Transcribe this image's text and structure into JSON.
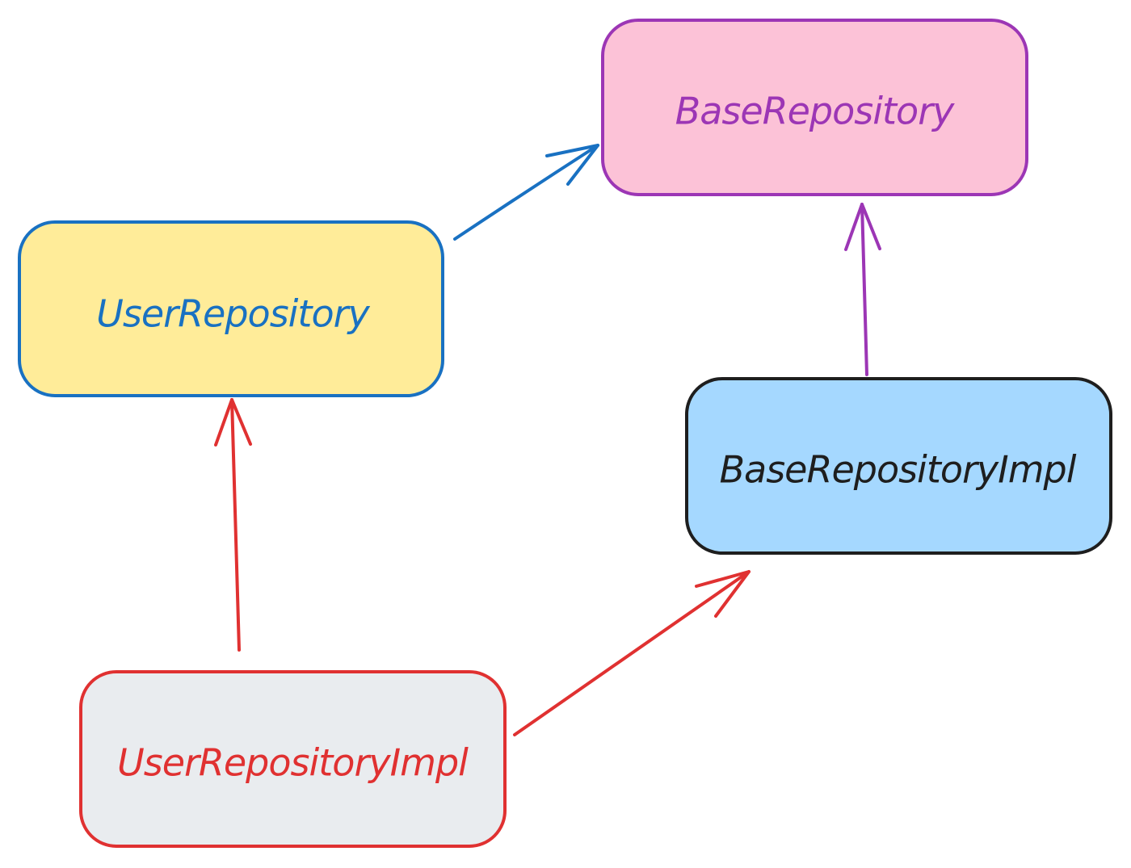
{
  "nodes": [
    {
      "id": "base-repository",
      "label": "BaseRepository",
      "fill": "#fcc2d7",
      "stroke": "#9c36b5",
      "text_color": "#9c36b5"
    },
    {
      "id": "user-repository",
      "label": "UserRepository",
      "fill": "#ffec99",
      "stroke": "#1971c2",
      "text_color": "#1971c2"
    },
    {
      "id": "base-repository-impl",
      "label": "BaseRepositoryImpl",
      "fill": "#a5d8ff",
      "stroke": "#1e1e1e",
      "text_color": "#1e1e1e"
    },
    {
      "id": "user-repository-impl",
      "label": "UserRepositoryImpl",
      "fill": "#e9ecef",
      "stroke": "#e03131",
      "text_color": "#e03131"
    }
  ],
  "edges": [
    {
      "from": "user-repository",
      "to": "base-repository",
      "color": "#1971c2"
    },
    {
      "from": "base-repository-impl",
      "to": "base-repository",
      "color": "#9c36b5"
    },
    {
      "from": "user-repository-impl",
      "to": "user-repository",
      "color": "#e03131"
    },
    {
      "from": "user-repository-impl",
      "to": "base-repository-impl",
      "color": "#e03131"
    }
  ]
}
